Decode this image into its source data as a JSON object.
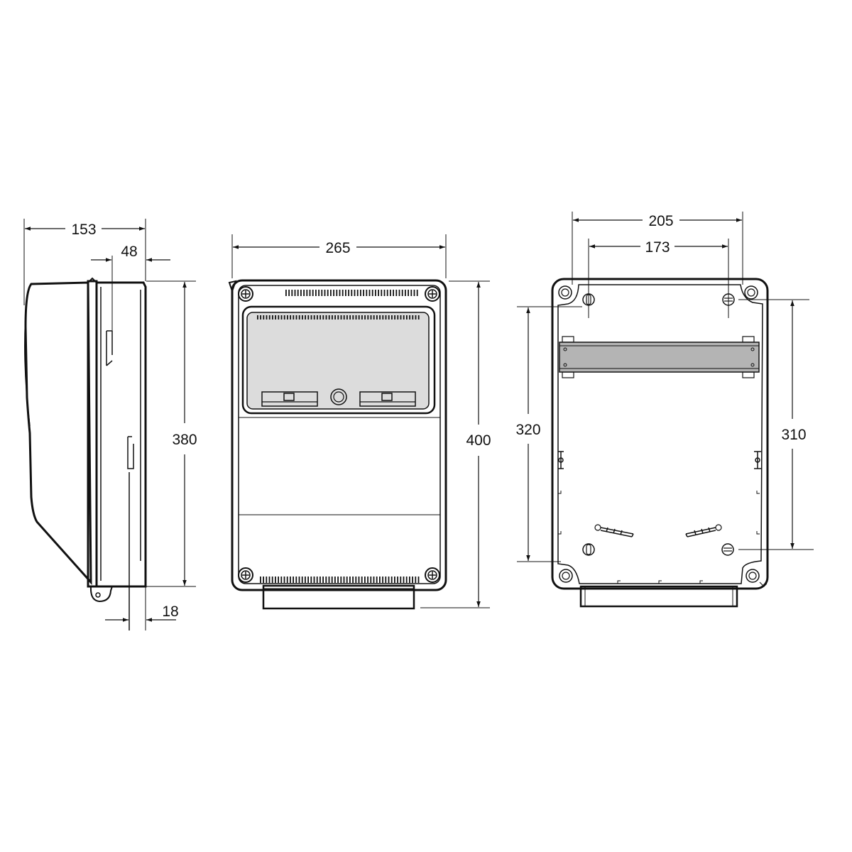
{
  "dimensions": {
    "side_depth": "153",
    "side_inner": "48",
    "side_bottom": "18",
    "side_height": "380",
    "front_width": "265",
    "front_height": "400",
    "back_outer_holes": "205",
    "back_inner_holes": "173",
    "back_left_spacing": "320",
    "back_right_spacing": "310"
  },
  "colors": {
    "line": "#111111",
    "window": "#dcdcdc",
    "din_rail": "#b4b4b4",
    "body": "#ffffff"
  }
}
